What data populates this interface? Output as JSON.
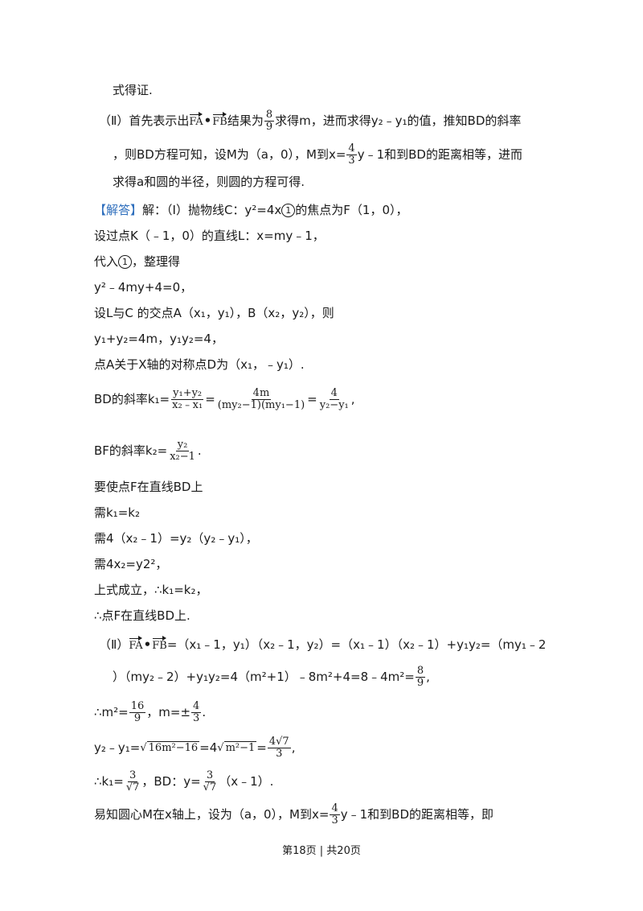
{
  "l1": "式得证.",
  "l2a": "（Ⅱ）首先表示出",
  "vec_fa": "FA",
  "vec_fb": "FB",
  "l2b": "结果为",
  "f_8": "8",
  "f_9": "9",
  "l2c": "求得m，进而求得y₂﹣y₁的值，推知BD的斜率",
  "l3a": "，则BD方程可知，设M为（a，0），M到x=",
  "f_4": "4",
  "f_3": "3",
  "l3b": "y﹣1和到BD的距离相等，进而",
  "l4": "求得a和圆的半径，则圆的方程可得.",
  "jieda": "【解答】",
  "l5a": "解：（Ⅰ）抛物线C：y²=4x",
  "c1": "1",
  "l5b": "的焦点为F（1，0），",
  "l6": "设过点K（﹣1，0）的直线L：x=my﹣1，",
  "l7a": "代入",
  "l7b": "，整理得",
  "l8": "y²﹣4my+4=0，",
  "l9": "设L与C 的交点A（x₁，y₁），B（x₂，y₂），则",
  "l10": "y₁+y₂=4m，y₁y₂=4，",
  "l11": "点A关于X轴的对称点D为（x₁，﹣y₁）.",
  "l12a": "BD的斜率k₁=",
  "l12_n1": "y₁+y₂",
  "l12_d1": "x₂﹣x₁",
  "l12_n2": "4m",
  "l12_d2": "(my₂−1)(my₁−1)",
  "l12_n3": "4",
  "l12_d3": "y₂−y₁",
  "l13a": "BF的斜率k₂=",
  "l13_n": "y₂",
  "l13_d": "x₂−1",
  "l13b": ".",
  "l14": "要使点F在直线BD上",
  "l15": "需k₁=k₂",
  "l16": "需4（x₂﹣1）=y₂（y₂﹣y₁），",
  "l17": "需4x₂=y2²，",
  "l18": "上式成立，∴k₁=k₂，",
  "l19": "∴点F在直线BD上.",
  "l20a": "（Ⅱ）",
  "l20b": "=（x₁﹣1，y₁）（x₂﹣1，y₂）=（x₁﹣1）（x₂﹣1）+y₁y₂=（my₁﹣2",
  "l21a": "）（my₂﹣2）+y₁y₂=4（m²+1）﹣8m²+4=8﹣4m²=",
  "l21b": ",",
  "l22a": "∴m²=",
  "f_16": "16",
  "l22b": "，m=±",
  "l22c": ".",
  "l23a": "y₂﹣y₁=",
  "l23_rad1": "16m²−16",
  "l23b": "=4",
  "l23_rad2": "m²−1",
  "l23c": "=",
  "l23_n": "4√7",
  "l23d": ",",
  "l24a": "∴k₁=",
  "l24_d": "√7",
  "l24b": "，BD：y=",
  "l24c": "（x﹣1）.",
  "l25a": "易知圆心M在x轴上，设为（a，0），M到x=",
  "l25b": "y﹣1和到BD的距离相等，即",
  "footer": "第18页 | 共20页"
}
